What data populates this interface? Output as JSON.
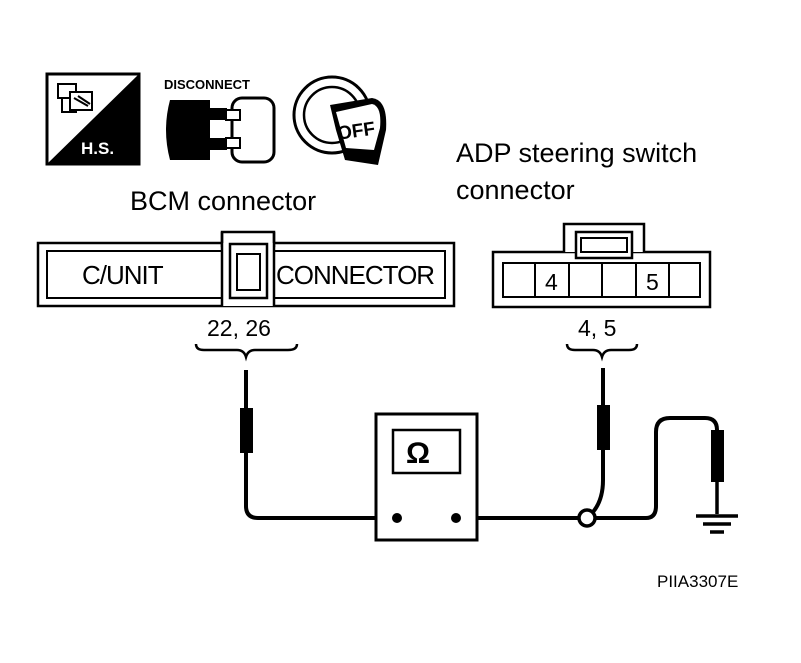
{
  "icons": {
    "hs": "harness-side-icon",
    "hs_text": "H.S.",
    "disconnect": "disconnect-icon",
    "disconnect_text": "DISCONNECT",
    "ignition": "ignition-off-icon",
    "ignition_text": "OFF"
  },
  "bcm": {
    "title": "BCM connector",
    "left_text": "C/UNIT",
    "right_text": "CONNECTOR",
    "terminals": "22, 26"
  },
  "adp": {
    "title_line1": "ADP steering switch",
    "title_line2": "connector",
    "pin_a": "4",
    "pin_b": "5",
    "terminals": "4, 5"
  },
  "meter": {
    "symbol": "Ω"
  },
  "figure_id": "PIIA3307E"
}
